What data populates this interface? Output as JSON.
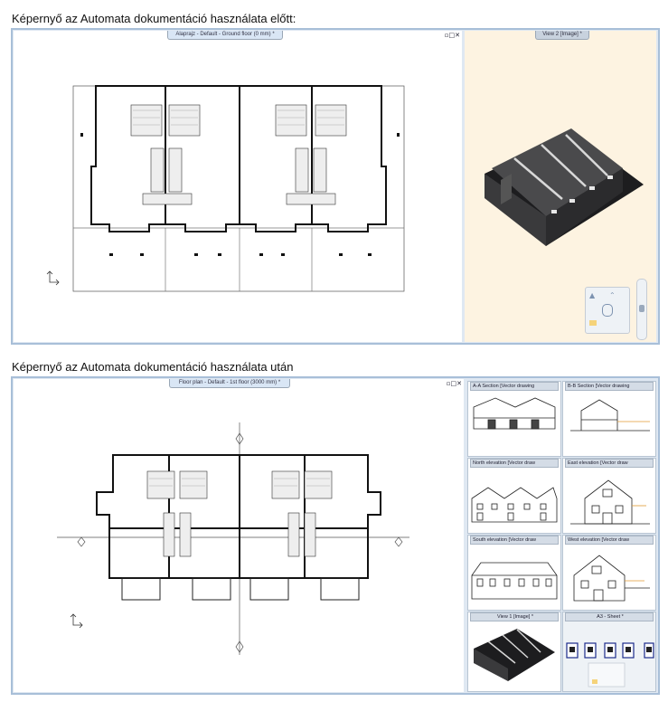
{
  "captions": {
    "before": "Képernyő az Automata dokumentáció használata előtt:",
    "after": "Képernyő az Automata dokumentáció használata után"
  },
  "top": {
    "plan_tab": "Alaprajz - Default - Ground floor (0 mm) *",
    "view_tab": "View 2 [Image] *",
    "controls": "▫□✕"
  },
  "bottom": {
    "plan_tab": "Floor plan - Default - 1st floor (3000 mm) *",
    "controls": "▫□✕",
    "thumbs": [
      {
        "label": "A-A Section [Vector drawing"
      },
      {
        "label": "B-B Section [Vector drawing"
      },
      {
        "label": "North elevation [Vector draw"
      },
      {
        "label": "East elevation [Vector draw"
      },
      {
        "label": "South elevation [Vector draw"
      },
      {
        "label": "West elevation [Vector draw"
      },
      {
        "label": "View 1 [Image] *"
      },
      {
        "label": "A3 - Sheet *"
      }
    ]
  },
  "colors": {
    "frame_border": "#a8bfd8",
    "view_bg": "#fdf3e1",
    "tab_bg": "#c8d2de"
  }
}
